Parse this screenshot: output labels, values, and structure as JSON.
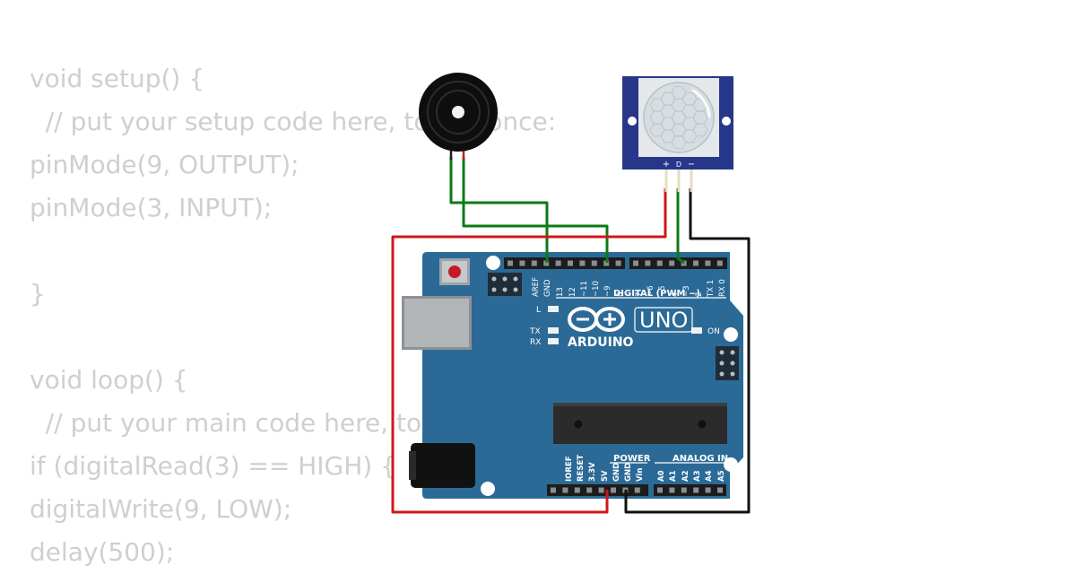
{
  "code_lines": [
    "void setup() {",
    "  // put your setup code here, to run once:",
    "pinMode(9, OUTPUT);",
    "pinMode(3, INPUT);",
    "",
    "}",
    "",
    "void loop() {",
    "  // put your main code here, to run repeatedly:",
    "if (digitalRead(3) == HIGH) {",
    "digitalWrite(9, LOW);",
    "delay(500);"
  ],
  "board": {
    "brand": "ARDUINO",
    "model": "UNO",
    "digital_label": "DIGITAL (PWM ~)",
    "power_label": "POWER",
    "analog_label": "ANALOG IN",
    "led_l": "L",
    "led_tx": "TX",
    "led_rx": "RX",
    "led_on": "ON",
    "top_pins": [
      "AREF",
      "GND",
      "13",
      "12",
      "~11",
      "~10",
      "~9",
      "8",
      "7",
      "~6",
      "~5",
      "4",
      "~3",
      "2",
      "TX 1",
      "RX 0"
    ],
    "bottom_pins": [
      "IOREF",
      "RESET",
      "3.3V",
      "5V",
      "GND",
      "GND",
      "Vin",
      "A0",
      "A1",
      "A2",
      "A3",
      "A4",
      "A5"
    ],
    "color": "#2b6a96"
  },
  "pir_sensor": {
    "pin_labels": [
      "+",
      "D",
      "−"
    ],
    "color": "#26378a"
  },
  "wires": {
    "signal_color": "#0c7a15",
    "power_color": "#d0161b",
    "ground_color": "#111111"
  }
}
